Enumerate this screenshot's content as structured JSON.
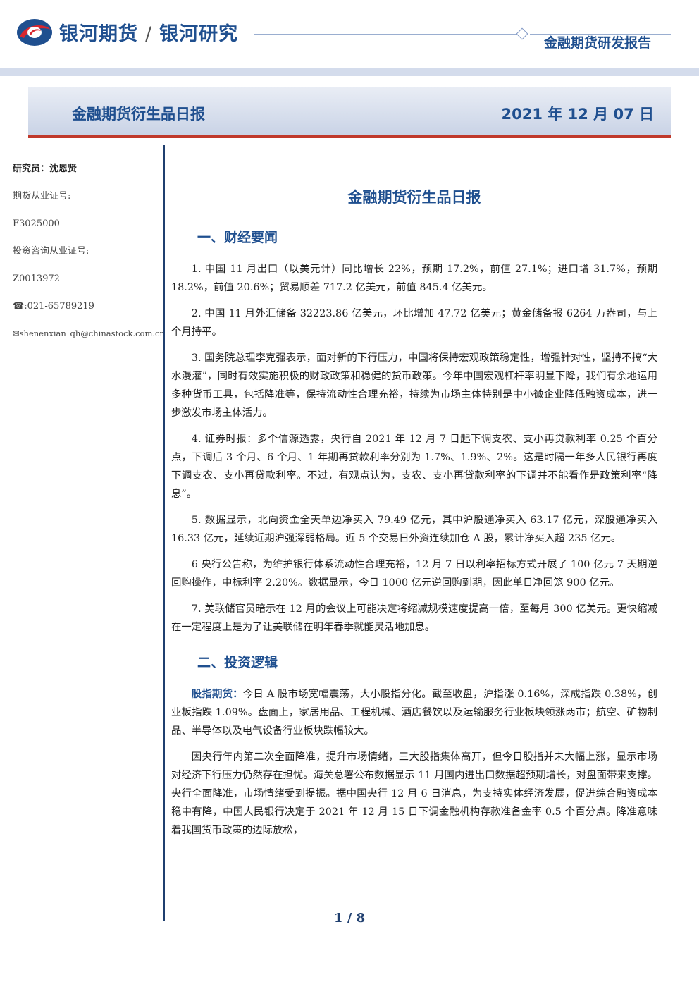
{
  "header": {
    "brand_company": "银河期货",
    "brand_separator": "/",
    "brand_research": "银河研究",
    "report_type": "金融期货研发报告"
  },
  "titlebar": {
    "name": "金融期货衍生品日报",
    "date": "2021 年 12 月 07 日"
  },
  "sidebar": {
    "analyst": "研究员：沈恩贤",
    "futures_cert_label": "期货从业证号:",
    "futures_cert": "F3025000",
    "advisory_cert_label": "投资咨询从业证号:",
    "advisory_cert": "Z0013972",
    "phone": "☎:021-65789219",
    "email": "✉shenenxian_qh@chinastock.com.cn"
  },
  "main": {
    "title": "金融期货衍生品日报",
    "section1": "一、财经要闻",
    "news": [
      "1. 中国 11 月出口（以美元计）同比增长 22%，预期 17.2%，前值 27.1%；进口增 31.7%，预期 18.2%，前值 20.6%；贸易顺差 717.2 亿美元，前值 845.4 亿美元。",
      "2. 中国 11 月外汇储备 32223.86 亿美元，环比增加 47.72 亿美元；黄金储备报 6264 万盎司，与上个月持平。",
      "3. 国务院总理李克强表示，面对新的下行压力，中国将保持宏观政策稳定性，增强针对性，坚持不搞“大水漫灌”，同时有效实施积极的财政政策和稳健的货币政策。今年中国宏观杠杆率明显下降，我们有余地运用多种货币工具，包括降准等，保持流动性合理充裕，持续为市场主体特别是中小微企业降低融资成本，进一步激发市场主体活力。",
      "4. 证券时报：多个信源透露，央行自 2021 年 12 月 7 日起下调支农、支小再贷款利率 0.25 个百分点，下调后 3 个月、6 个月、1 年期再贷款利率分别为 1.7%、1.9%、2%。这是时隔一年多人民银行再度下调支农、支小再贷款利率。不过，有观点认为，支农、支小再贷款利率的下调并不能看作是政策利率“降息”。",
      "5. 数据显示，北向资金全天单边净买入 79.49 亿元，其中沪股通净买入 63.17 亿元，深股通净买入 16.33 亿元，延续近期沪强深弱格局。近 5 个交易日外资连续加仓 A 股，累计净买入超 235 亿元。",
      "6 央行公告称，为维护银行体系流动性合理充裕，12 月 7 日以利率招标方式开展了 100 亿元 7 天期逆回购操作，中标利率 2.20%。数据显示，今日 1000 亿元逆回购到期，因此单日净回笼 900 亿元。",
      "7. 美联储官员暗示在 12 月的会议上可能决定将缩减规模速度提高一倍，至每月 300 亿美元。更快缩减在一定程度上是为了让美联储在明年春季就能灵活地加息。"
    ],
    "section2": "二、投资逻辑",
    "logic_lead": "股指期货：",
    "logic_p1": "今日 A 股市场宽幅震荡，大小股指分化。截至收盘，沪指涨 0.16%，深成指跌 0.38%，创业板指跌 1.09%。盘面上，家居用品、工程机械、酒店餐饮以及运输服务行业板块领涨两市；航空、矿物制品、半导体以及电气设备行业板块跌幅较大。",
    "logic_p2": "因央行年内第二次全面降准，提升市场情绪，三大股指集体高开，但今日股指并未大幅上涨，显示市场对经济下行压力仍然存在担忧。海关总署公布数据显示 11 月国内进出口数据超预期增长，对盘面带来支撑。央行全面降准，市场情绪受到提振。据中国央行 12 月 6 日消息，为支持实体经济发展，促进综合融资成本稳中有降，中国人民银行决定于 2021 年 12 月 15 日下调金融机构存款准备金率 0.5 个百分点。降准意味着我国货币政策的边际放松，"
  },
  "footer": {
    "page": "1",
    "sep": "/",
    "total": "8"
  },
  "colors": {
    "brand_blue": "#1f4f8f",
    "accent_red": "#c0392b",
    "band": "#d4dcec"
  }
}
